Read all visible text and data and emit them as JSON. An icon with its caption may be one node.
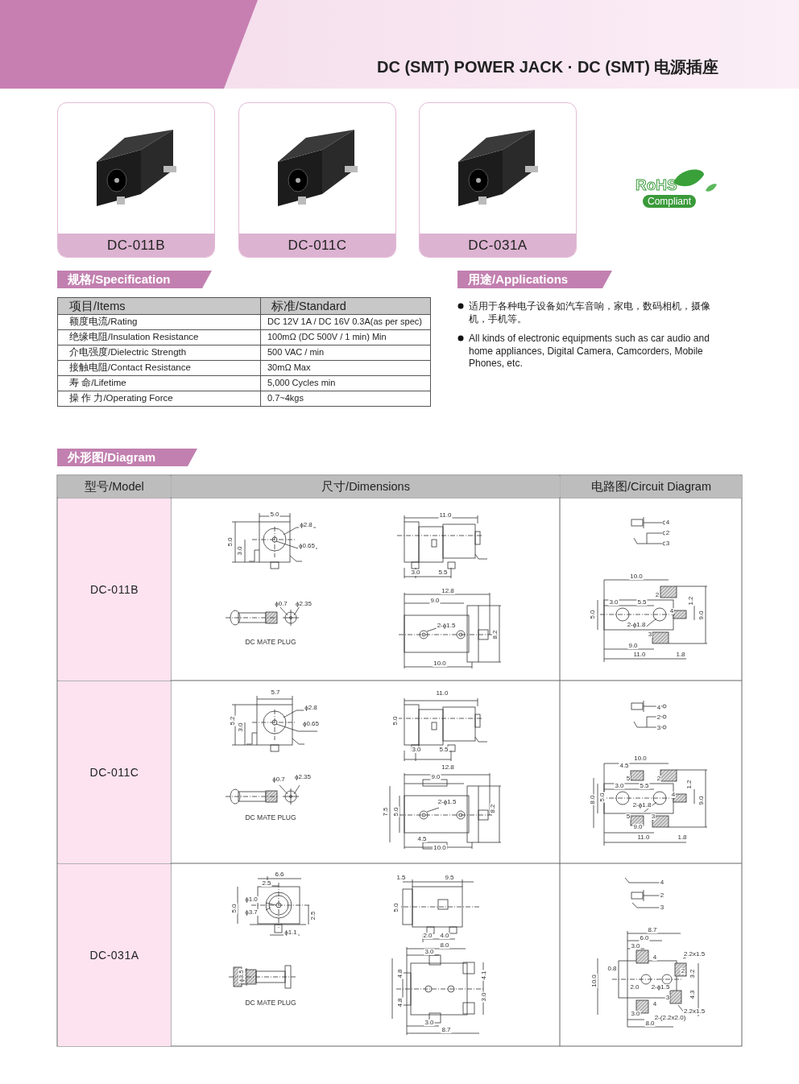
{
  "diagram": {
    "title": "DC (SMT) POWER JACK · DC (SMT) 电源插座",
    "nodes": [
      {
        "text": [
          "DC-011B"
        ]
      },
      {
        "text": [
          "DC-011C"
        ]
      },
      {
        "text": [
          "DC-031A"
        ]
      },
      {
        "text": [
          "规格/Specification"
        ]
      },
      {
        "text": [
          "用途/Applications"
        ]
      },
      {
        "text": [
          "外形图/Diagram"
        ]
      }
    ],
    "labels": [
      "项目/Items",
      "标准/Standard",
      "额度电流/Rating",
      "DC 12V 1A / DC 16V 0.3A(as per spec)",
      "绝缘电阻/Insulation Resistance",
      "100mΩ (DC 500V / 1 min) Min",
      "介电强度/Dielectric Strength",
      "500 VAC / min",
      "接触电阻/Contact Resistance",
      "30mΩ Max",
      "寿 命/Lifetime",
      "5,000 Cycles min",
      "操 作 力/Operating Force",
      "0.7~4kgs",
      "适用于各种电子设备如汽车音响，家电，数码相机，摄像机，手机等。",
      "All kinds of electronic equipments such as car audio and home appliances, Digital Camera, Camcorders, Mobile Phones, etc.",
      "RoHS",
      "Compliant",
      "型号/Model",
      "尺寸/Dimensions",
      "电路图/Circuit Diagram",
      "DC-011B",
      "5.0",
      "ϕ2.8",
      "ϕ0.65",
      "5.0",
      "3.0",
      "11.0",
      "3.0",
      "5.5",
      "ϕ0.7",
      "ϕ2.35",
      "DC MATE PLUG",
      "12.8",
      "9.0",
      "2-ϕ1.5",
      "8.2",
      "10.0",
      "4",
      "2",
      "3",
      "10.0",
      "2",
      "3.0",
      "5.5",
      "1.2",
      "5.0",
      "4",
      "9.0",
      "2-ϕ1.8",
      "3",
      "9.0",
      "11.0",
      "1.8",
      "DC-011C",
      "5.7",
      "ϕ2.8",
      "ϕ0.65",
      "5.2",
      "3.0",
      "11.0",
      "5.0",
      "3.0",
      "5.5",
      "ϕ0.7",
      "ϕ2.35",
      "DC MATE PLUG",
      "12.8",
      "9.0",
      "2-ϕ1.5",
      "7.5",
      "5.0",
      "8.2",
      "4.5",
      "10.0",
      "4",
      "2",
      "3",
      "10.0",
      "4.5",
      "5",
      "2",
      "3.0",
      "5.5",
      "1.2",
      "8.0",
      "5.0",
      "4",
      "9.0",
      "2-ϕ1.8",
      "5",
      "3",
      "9.0",
      "11.0",
      "1.8",
      "DC-031A",
      "6.6",
      "2.5",
      "ϕ1.0",
      "5.0",
      "ϕ3.7",
      "2.5",
      "ϕ1.1",
      "1.5",
      "9.5",
      "5.0",
      "2.0",
      "4.0",
      "ϕ3.5",
      "DC MATE PLUG",
      "8.0",
      "3.0",
      "4.8",
      "4.1",
      "4.8",
      "3.0",
      "3.0",
      "8.7",
      "4",
      "2",
      "3",
      "8.7",
      "6.0",
      "3.0",
      "2.2x1.5",
      "4",
      "0.8",
      "2",
      "3.2",
      "10.0",
      "2.0",
      "2-ϕ1.5",
      "3",
      "4.3",
      "4",
      "2.2x1.5",
      "3.0",
      "2-(2.2x2.0)",
      "8.0"
    ]
  }
}
